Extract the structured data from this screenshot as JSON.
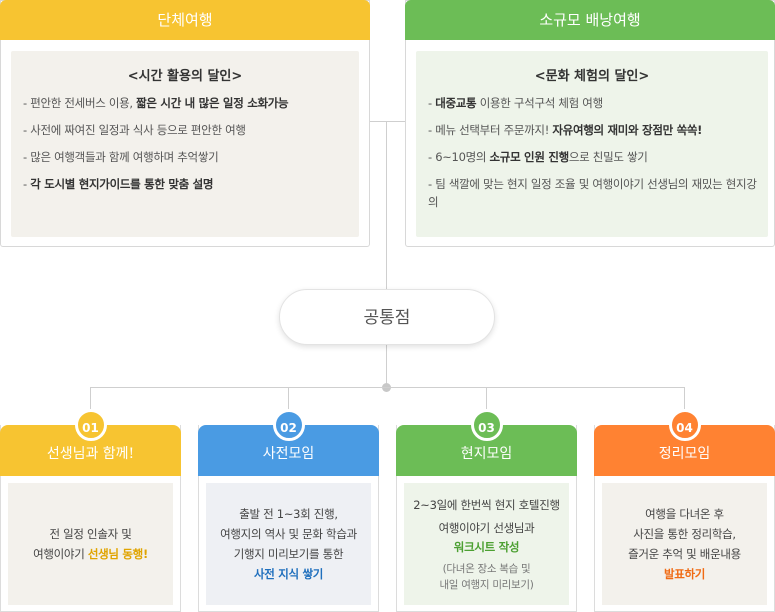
{
  "group_tour": {
    "title": "단체여행",
    "subtitle": "<시간 활용의 달인>",
    "items": [
      {
        "pre": "- 편안한 전세버스 이용, ",
        "bold": "짧은 시간 내 많은 일정 소화가능",
        "post": ""
      },
      {
        "pre": "- 사전에 짜여진 일정과 식사 등으로 편안한 여행",
        "bold": "",
        "post": ""
      },
      {
        "pre": "- 많은 여행객들과 함께 여행하며 추억쌓기",
        "bold": "",
        "post": ""
      },
      {
        "pre": "- ",
        "bold": "각 도시별 현지가이드를 통한 맞춤 설명",
        "post": ""
      }
    ]
  },
  "small_tour": {
    "title": "소규모 배낭여행",
    "subtitle": "<문화 체험의 달인>",
    "items": [
      {
        "pre": "- ",
        "bold": "대중교통",
        "post": " 이용한 구석구석 체험 여행"
      },
      {
        "pre": "- 메뉴 선택부터 주문까지! ",
        "bold": "자유여행의 재미와 장점만 쏙쏙!",
        "post": ""
      },
      {
        "pre": "- 6~10명의 ",
        "bold": "소규모 인원 진행",
        "post": "으로 친밀도 쌓기"
      },
      {
        "pre": "- 팀 색깔에 맞는 현지 일정 조율 및 여행이야기 선생님의 재밌는 현지강의",
        "bold": "",
        "post": ""
      }
    ]
  },
  "common": {
    "label": "공통점"
  },
  "cards": [
    {
      "num": "01",
      "title": "선생님과 함께!",
      "lines": [
        "전 일정 인솔자 및"
      ],
      "line2_pre": "여행이야기 ",
      "highlight": "선생님 동행!"
    },
    {
      "num": "02",
      "title": "사전모임",
      "lines": [
        "출발 전 1~3회 진행,",
        "여행지의 역사 및 문화 학습과",
        "기행지 미리보기를 통한"
      ],
      "highlight": "사전 지식 쌓기"
    },
    {
      "num": "03",
      "title": "현지모임",
      "lines": [
        "2~3일에 한번씩 현지 호텔진행",
        "여행이야기 선생님과"
      ],
      "highlight": "워크시트 작성",
      "small": [
        "(다녀온 장소 복습 및",
        "내일 여행지 미리보기)"
      ]
    },
    {
      "num": "04",
      "title": "정리모임",
      "lines": [
        "여행을 다녀온 후",
        "사진을 통한 정리학습,",
        "즐거운 추억 및 배운내용"
      ],
      "highlight": "발표하기"
    }
  ],
  "colors": {
    "yellow": "#f7c431",
    "blue": "#4a9be3",
    "green": "#6cbd56",
    "orange": "#ff8232"
  }
}
